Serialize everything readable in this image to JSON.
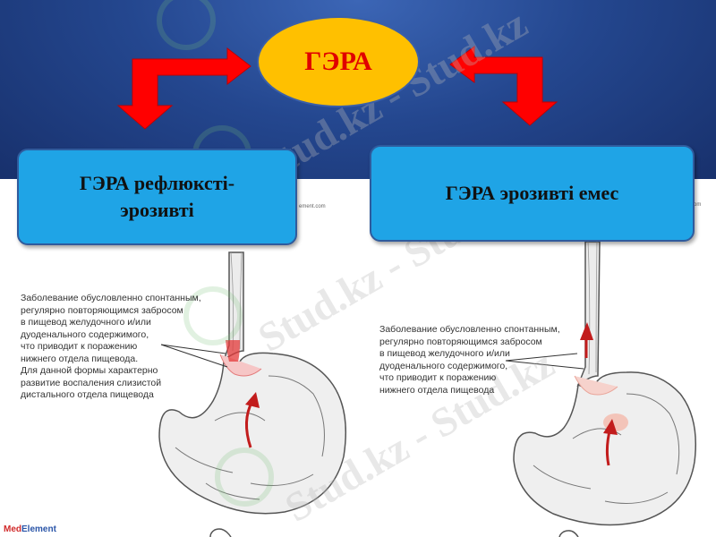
{
  "title": "ГЭРА",
  "left_box": {
    "label": "ГЭРА рефлюксті-эрозивті"
  },
  "right_box": {
    "label": "ГЭРА эрозивті емес"
  },
  "left_description": "Заболевание обусловленно спонтанным,\nрегулярно повторяющимся забросом\nв пищевод желудочного и/или\nдуоденального содержимого,\nчто приводит к поражению\nнижнего отдела пищевода.\nДля данной формы характерно\nразвитие воспаления слизистой\nдистального отдела пищевода",
  "right_description": "Заболевание обусловленно спонтанным,\nрегулярно повторяющимся забросом\nв пищевод желудочного и/или\nдуоденального содержимого,\nчто приводит к поражению\nнижнего отдела пищевода",
  "watermark": "Stud.kz - Stud.kz",
  "site_left": "ement.com",
  "site_right": "com",
  "logo": {
    "part1": "Med",
    "part2": "Element"
  },
  "colors": {
    "oval_fill": "#ffc000",
    "title_text": "#e00000",
    "box_fill": "#1fa4e6",
    "arrow": "#ff0000",
    "background": "#1f3f86"
  },
  "icons": [
    "red-elbow-arrow-left",
    "red-elbow-arrow-right",
    "stomach-left",
    "stomach-right",
    "reflux-arrow"
  ]
}
